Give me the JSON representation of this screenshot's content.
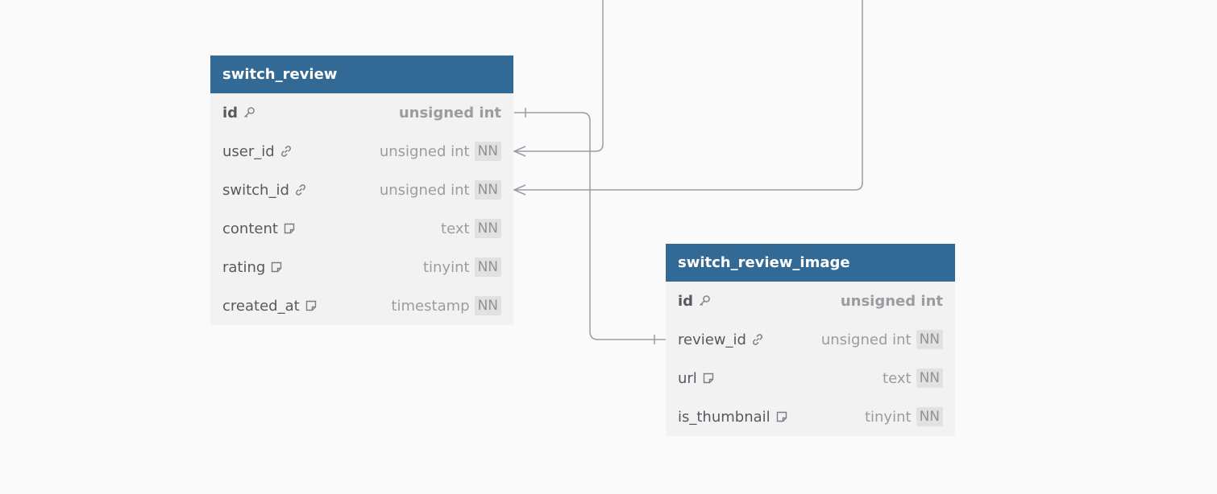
{
  "tables": [
    {
      "name": "switch_review",
      "columns": [
        {
          "name": "id",
          "type": "unsigned int",
          "pk": true,
          "icon": "key-icon",
          "nn": ""
        },
        {
          "name": "user_id",
          "type": "unsigned int",
          "pk": false,
          "icon": "link-icon",
          "nn": "NN"
        },
        {
          "name": "switch_id",
          "type": "unsigned int",
          "pk": false,
          "icon": "link-icon",
          "nn": "NN"
        },
        {
          "name": "content",
          "type": "text",
          "pk": false,
          "icon": "note-icon",
          "nn": "NN"
        },
        {
          "name": "rating",
          "type": "tinyint",
          "pk": false,
          "icon": "note-icon",
          "nn": "NN"
        },
        {
          "name": "created_at",
          "type": "timestamp",
          "pk": false,
          "icon": "note-icon",
          "nn": "NN"
        }
      ]
    },
    {
      "name": "switch_review_image",
      "columns": [
        {
          "name": "id",
          "type": "unsigned int",
          "pk": true,
          "icon": "key-icon",
          "nn": ""
        },
        {
          "name": "review_id",
          "type": "unsigned int",
          "pk": false,
          "icon": "link-icon",
          "nn": "NN"
        },
        {
          "name": "url",
          "type": "text",
          "pk": false,
          "icon": "note-icon",
          "nn": "NN"
        },
        {
          "name": "is_thumbnail",
          "type": "tinyint",
          "pk": false,
          "icon": "note-icon",
          "nn": "NN"
        }
      ]
    }
  ],
  "colors": {
    "header": "#336995",
    "table_bg": "#f2f2f2",
    "canvas": "#fafafa",
    "relation_line": "#9a9ca6"
  }
}
